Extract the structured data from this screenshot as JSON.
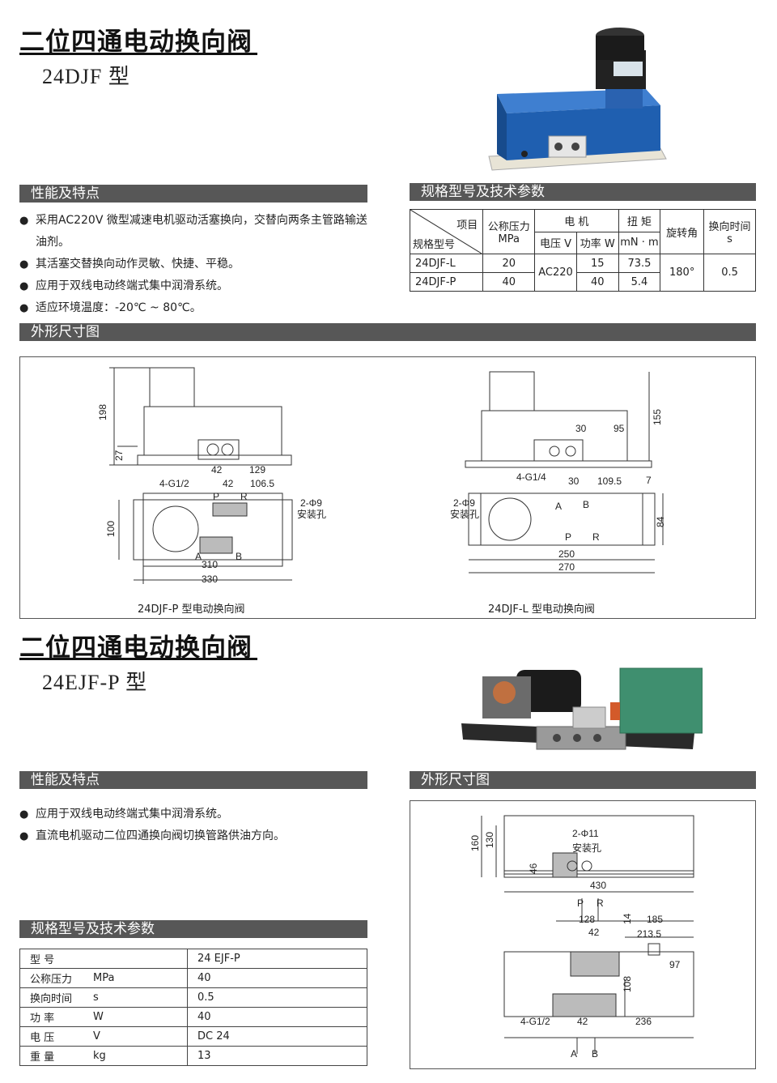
{
  "section1": {
    "title": "二位四通电动换向阀",
    "model": "24DJF 型",
    "features_header": "性能及特点",
    "features": [
      "采用AC220V 微型减速电机驱动活塞换向，交替向两条主管路输送油剂。",
      "其活塞交替换向动作灵敏、快捷、平稳。",
      "应用于双线电动终端式集中润滑系统。",
      "适应环境温度：-20℃ ~ 80℃。"
    ],
    "spec_header": "规格型号及技术参数",
    "table": {
      "diag_top": "项目",
      "diag_bottom": "规格型号",
      "pressure_label": "公称压力",
      "pressure_unit": "MPa",
      "motor_label": "电 机",
      "voltage_label": "电压 V",
      "power_label": "功率 W",
      "torque_label": "扭 矩",
      "torque_unit": "mN · m",
      "rotation_label": "旋转角",
      "switch_time_label": "换向时间",
      "switch_time_unit": "s",
      "voltage_value": "AC220",
      "rotation_value": "180°",
      "switch_time_value": "0.5",
      "rows": [
        {
          "model": "24DJF-L",
          "pressure": "20",
          "power": "15",
          "torque": "73.5"
        },
        {
          "model": "24DJF-P",
          "pressure": "40",
          "power": "40",
          "torque": "5.4"
        }
      ]
    },
    "dims_header": "外形尺寸图",
    "drawing_left": {
      "caption": "24DJF-P 型电动换向阀",
      "dims": [
        "198",
        "27",
        "42",
        "129",
        "4-G1/2",
        "42",
        "106.5",
        "P",
        "R",
        "2-Φ9",
        "安装孔",
        "100",
        "A",
        "B",
        "310",
        "330"
      ]
    },
    "drawing_right": {
      "caption": "24DJF-L 型电动换向阀",
      "dims": [
        "155",
        "30",
        "95",
        "7",
        "4-G1/4",
        "30",
        "109.5",
        "2-Φ9",
        "安装孔",
        "A",
        "B",
        "84",
        "P",
        "R",
        "250",
        "270"
      ]
    }
  },
  "section2": {
    "title": "二位四通电动换向阀",
    "model": "24EJF-P 型",
    "features_header": "性能及特点",
    "features": [
      "应用于双线电动终端式集中润滑系统。",
      "直流电机驱动二位四通换向阀切换管路供油方向。"
    ],
    "dims_header": "外形尺寸图",
    "spec_header": "规格型号及技术参数",
    "table": [
      {
        "name": "型 号",
        "unit": "",
        "value": "24 EJF-P"
      },
      {
        "name": "公称压力",
        "unit": "MPa",
        "value": "40"
      },
      {
        "name": "换向时间",
        "unit": "s",
        "value": "0.5"
      },
      {
        "name": "功 率",
        "unit": "W",
        "value": "40"
      },
      {
        "name": "电 压",
        "unit": "V",
        "value": "DC 24"
      },
      {
        "name": "重 量",
        "unit": "kg",
        "value": "13"
      }
    ],
    "drawing": {
      "dims": [
        "160",
        "130",
        "2-Φ11",
        "安装孔",
        "46",
        "430",
        "P",
        "R",
        "128",
        "14",
        "185",
        "42",
        "213.5",
        "97",
        "108",
        "4-G1/2",
        "42",
        "236",
        "A",
        "B"
      ]
    }
  },
  "colors": {
    "bar": "#575757",
    "valve_blue": "#1f5fb0",
    "motor_black": "#1b1b1b",
    "box_green": "#3f8f6f"
  }
}
